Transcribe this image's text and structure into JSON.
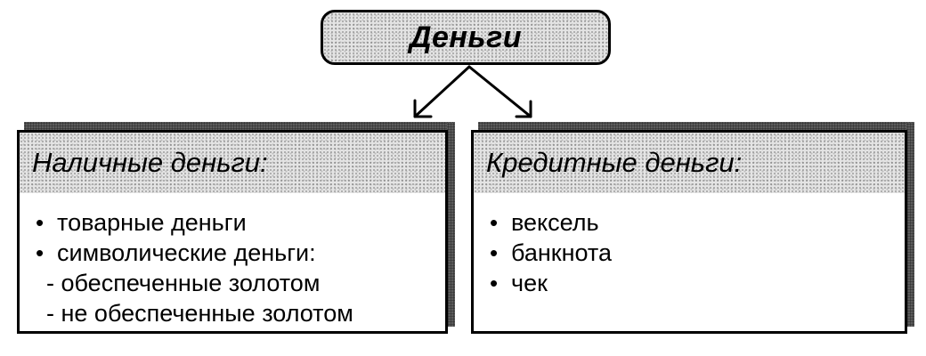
{
  "root": {
    "label": "Деньги"
  },
  "left_box": {
    "heading": "Наличные деньги:",
    "items": [
      {
        "kind": "bullet",
        "text": "товарные деньги"
      },
      {
        "kind": "bullet",
        "text": "символические деньги:"
      },
      {
        "kind": "dash",
        "text": "обеспеченные золотом"
      },
      {
        "kind": "dash",
        "text": "не обеспеченные золотом"
      }
    ]
  },
  "right_box": {
    "heading": "Кредитные деньги:",
    "items": [
      {
        "kind": "bullet",
        "text": "вексель"
      },
      {
        "kind": "bullet",
        "text": "банкнота"
      },
      {
        "kind": "bullet",
        "text": "чек"
      }
    ]
  }
}
